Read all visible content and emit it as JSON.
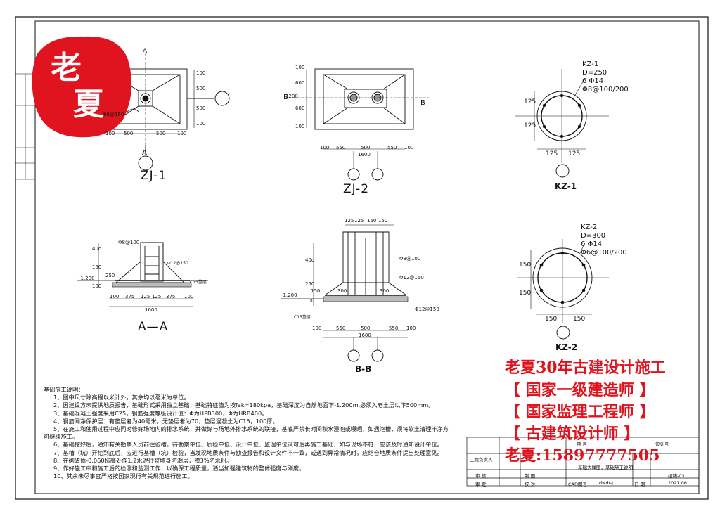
{
  "stamp": {
    "line1": "老",
    "line2": "夏"
  },
  "views": {
    "zj1": {
      "title": "ZJ-1",
      "section_mark": "A",
      "dims_bottom": [
        "100",
        "500",
        "500",
        "100"
      ],
      "dims_right": [
        "100",
        "500",
        "500",
        "100"
      ],
      "rebar": "Φ8@150"
    },
    "zj2": {
      "title": "ZJ-2",
      "section_mark": "B",
      "dims_bottom": [
        "100",
        "550",
        "500",
        "550",
        "100"
      ],
      "total_bottom": "1600",
      "dims_left": [
        "100",
        "600",
        "600",
        "100"
      ],
      "total_left": "1200"
    },
    "kz1": {
      "title": "KZ-1",
      "spec": [
        "KZ-1",
        "D=250",
        "6 Φ14",
        "Φ8@100/200"
      ],
      "dims_left": [
        "125",
        "125"
      ],
      "dims_bottom": [
        "125",
        "125"
      ]
    },
    "kz2": {
      "title": "KZ-2",
      "spec": [
        "KZ-2",
        "D=300",
        "6 Φ14",
        "Φ6@100/200"
      ],
      "dims_left": [
        "150",
        "150"
      ],
      "dims_bottom": [
        "150",
        "150"
      ]
    },
    "aa": {
      "title": "A—A",
      "rebar_top": "Φ8@100",
      "rebar_bottom": "Φ12@150",
      "level": "-1.200",
      "cushion": "C15垫层",
      "dims_bottom": [
        "100",
        "375",
        "125",
        "125",
        "375",
        "100"
      ],
      "total": "1000",
      "dims_left": [
        "40d",
        "150",
        "250",
        "100"
      ]
    },
    "bb": {
      "title": "B-B",
      "dims_top": [
        "125",
        "125",
        "150",
        "150"
      ],
      "rebar_a": "Φ8@100",
      "rebar_b": "Φ12@150",
      "rebar_c": "Φ12@150",
      "level": "-1.200",
      "cushion": "C15垫层",
      "dim_300a": "300",
      "dim_300b": "300",
      "dims_bottom": [
        "100",
        "550",
        "500",
        "550",
        "100"
      ],
      "total": "1600",
      "dims_left": [
        "40d",
        "250",
        "150",
        "100"
      ]
    }
  },
  "notes": {
    "heading": "基础施工说明：",
    "items": [
      "1、图中尺寸除高程以米计外，其余均以毫米为单位。",
      "2、因建设方未提供地质报告，基础形式采用独立基础，基础特征值为按fak=180kpa，基础深度为自然地面下-1.200m,必须入老土层以下500mm。",
      "3、基础混凝土强度采用C25，钢筋强度等级设计值：Φ为HPB300，Φ为HRB400。",
      "4、钢筋网净保护层：有垫层者为40毫米，无垫层者为70，垫层混凝土为C15，100厚。",
      "5、在施工和使用过程中应同时修好场地内的排水系统，并做好与场地外排水系统的联接，基底严禁长时间积水浸泡或曝晒，如遇泡槽，须将软土清理干净方",
      "可继续施工。",
      "6、基础挖好后，通知有关勘察人员前往验槽。待勘察单位、质检单位、设计单位、监理单位认可后再施工基础，如与现场不符，应该及时通知设计单位。",
      "7、基槽（坑）开挖到底后，应进行基槽（坑）检验，当发现地质条件与勘查报告和设计文件不一致，或遇到异常情况时，应结合地质条件提出处理意见。",
      "8、在砌砖体-0.060标高处作1:2水泥砂浆墙身防潮层，掺3%防水粉。",
      "9、作好施工中和施工后的检测和监测工作，以确保工程质量，适当加强建筑物的整体强度与刚度。",
      "10、其余未尽事宜严格按国家现行有关规范进行施工。"
    ]
  },
  "promo": [
    "老夏30年古建设计施工",
    "【 国家一级建造师 】",
    "【 国家监理工程师 】",
    "【 古建筑设计师 】",
    "老夏:15897777505"
  ],
  "title_block": {
    "project_label": "工程负责人",
    "project_col": "项  目",
    "review": "审    核",
    "draw": "制    图",
    "check": "审    定",
    "proof": "校    对",
    "drawing_name": "基础大样图，基础施工说明",
    "cad_label": "CAD图号",
    "cad_value": "dwdr-j",
    "date_label": "日    期",
    "date_value": "2021.06",
    "sheet_no": "结施-03",
    "design_no": "设计号"
  },
  "colors": {
    "red": "#e0141e",
    "line": "#111111"
  }
}
